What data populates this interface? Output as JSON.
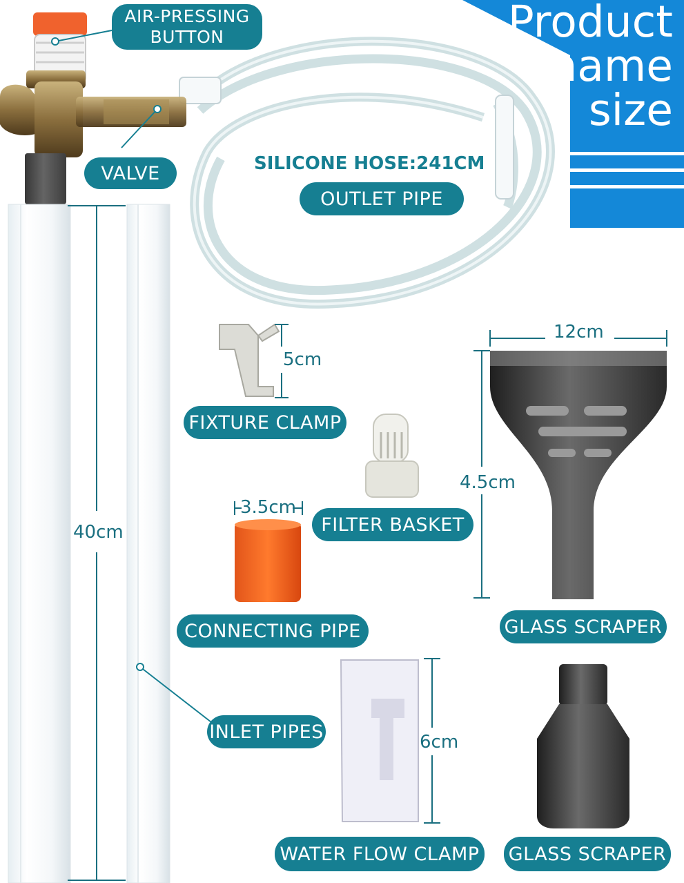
{
  "labels": {
    "air_pressing_line1": "AIR-PRESSING",
    "air_pressing_line2": "BUTTON",
    "valve": "VALVE",
    "hose": "SILICONE HOSE:241CM",
    "outlet_pipe": "OUTLET PIPE",
    "fixture_clamp": "FIXTURE CLAMP",
    "filter_basket": "FILTER BASKET",
    "connecting_pipe": "CONNECTING PIPE",
    "glass_scraper_1": "GLASS SCRAPER",
    "glass_scraper_2": "GLASS SCRAPER",
    "inlet_pipes": "INLET PIPES",
    "water_flow_clamp": "WATER FLOW CLAMP"
  },
  "banner": {
    "line1": "Product",
    "line2": "name",
    "line3": "size"
  },
  "dimensions": {
    "pipe_length": "40cm",
    "clamp_height": "5cm",
    "scraper_width": "12cm",
    "scraper_height": "4.5cm",
    "connector_width": "3.5cm",
    "flow_clamp_height": "6cm"
  },
  "colors": {
    "label_bg": "#167f92",
    "banner_blue": "#1488d8",
    "dimension_text": "#1a6f80"
  }
}
